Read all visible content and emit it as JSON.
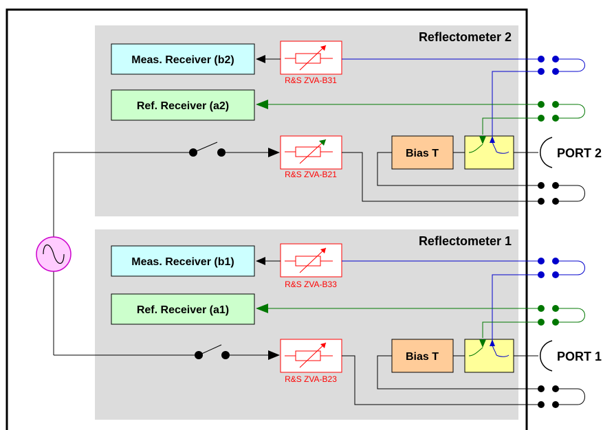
{
  "reflectometer_2": {
    "title": "Reflectometer 2",
    "meas_receiver": "Meas. Receiver (b2)",
    "ref_receiver": "Ref. Receiver (a2)",
    "attenuator_meas": "R&S ZVA-B31",
    "attenuator_source": "R&S ZVA-B21",
    "bias_t": "Bias T",
    "port": "PORT 2"
  },
  "reflectometer_1": {
    "title": "Reflectometer 1",
    "meas_receiver": "Meas. Receiver (b1)",
    "ref_receiver": "Ref. Receiver (a1)",
    "attenuator_meas": "R&S ZVA-B33",
    "attenuator_source": "R&S ZVA-B23",
    "bias_t": "Bias T",
    "port": "PORT 1"
  },
  "colors": {
    "panel": "#dcdcdc",
    "meas_receiver_fill": "#ccffff",
    "ref_receiver_fill": "#ccffcc",
    "attenuator_red": "#ff0000",
    "bias_t_fill": "#ffcc99",
    "coupler_fill": "#ffff99",
    "source_circle": "#cc00cc",
    "source_fill": "#ffccff",
    "blue_line": "#0000cc",
    "green_line": "#007700"
  },
  "icons": {
    "source": "sine-source-icon",
    "switch": "switch-icon",
    "attenuator": "variable-attenuator-icon",
    "connector": "connector-icon"
  }
}
